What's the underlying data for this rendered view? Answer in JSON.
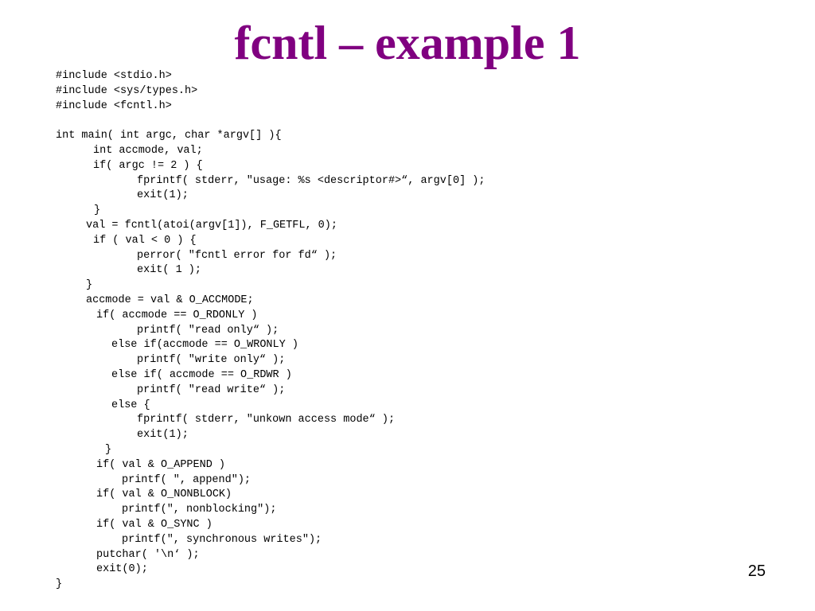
{
  "slide": {
    "title": "fcntl – example 1",
    "page_number": "25",
    "title_color": "#800080"
  },
  "code_lines": [
    "#include <stdio.h>",
    "#include <sys/types.h>",
    "#include <fcntl.h>",
    "",
    "int main( int argc, char *argv[] ){",
    "int accmode, val;",
    "if( argc != 2 ) {",
    "fprintf( stderr, \"usage: %s <descriptor#>“, argv[0] );",
    "exit(1);",
    "}",
    "val = fcntl(atoi(argv[1]), F_GETFL, 0);",
    "if ( val < 0 ) {",
    "perror( \"fcntl error for fd“ );",
    "exit( 1 );",
    "}",
    "accmode = val & O_ACCMODE;",
    "if( accmode == O_RDONLY )",
    "printf( \"read only“ );",
    "else if(accmode == O_WRONLY )",
    "printf( \"write only“ );",
    "else if( accmode == O_RDWR )",
    "printf( \"read write“ );",
    "else {",
    "fprintf( stderr, \"unkown access mode“ );",
    "exit(1);",
    "}",
    "if( val & O_APPEND )",
    "printf( \", append\");",
    "if( val & O_NONBLOCK)",
    "printf(\", nonblocking\");",
    "if( val & O_SYNC )",
    "printf(\", synchronous writes\");",
    "putchar( '\\n‘ );",
    "exit(0);",
    "}"
  ]
}
